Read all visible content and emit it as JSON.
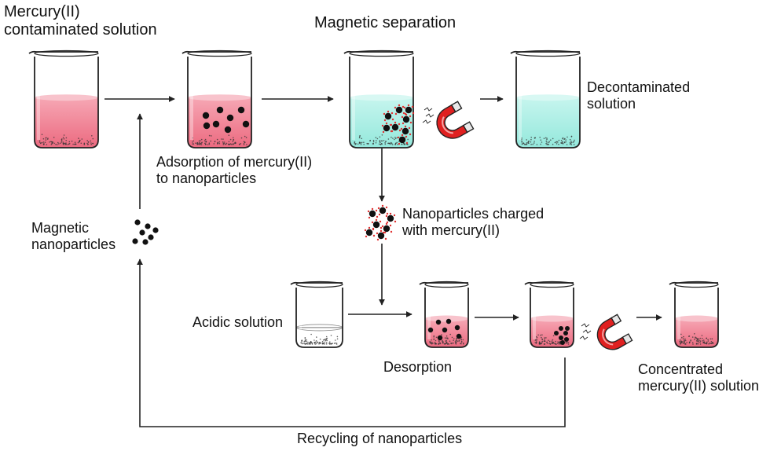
{
  "labels": {
    "contaminated": "Mercury(II)\ncontaminated solution",
    "magnetic_separation": "Magnetic separation",
    "decontaminated": "Decontaminated\nsolution",
    "adsorption": "Adsorption of mercury(II)\nto nanoparticles",
    "magnetic_nanoparticles": "Magnetic\nnanoparticles",
    "charged": "Nanoparticles charged\nwith mercury(II)",
    "acidic": "Acidic solution",
    "desorption": "Desorption",
    "concentrated": "Concentrated\nmercury(II) solution",
    "recycling": "Recycling of nanoparticles"
  },
  "colors": {
    "pink_liquid": "#ef7b8d",
    "pink_light": "#f8c3cc",
    "cyan_liquid": "#a9eee4",
    "cyan_light": "#d8f8f3",
    "clear_liquid": "#ffffff",
    "magnet_red": "#e02020",
    "mercury_dot": "#e03030",
    "particle": "#111111",
    "line": "#222222"
  },
  "icons": [
    "beaker-icon",
    "magnet-icon",
    "nanoparticle-icon",
    "arrow-icon"
  ]
}
